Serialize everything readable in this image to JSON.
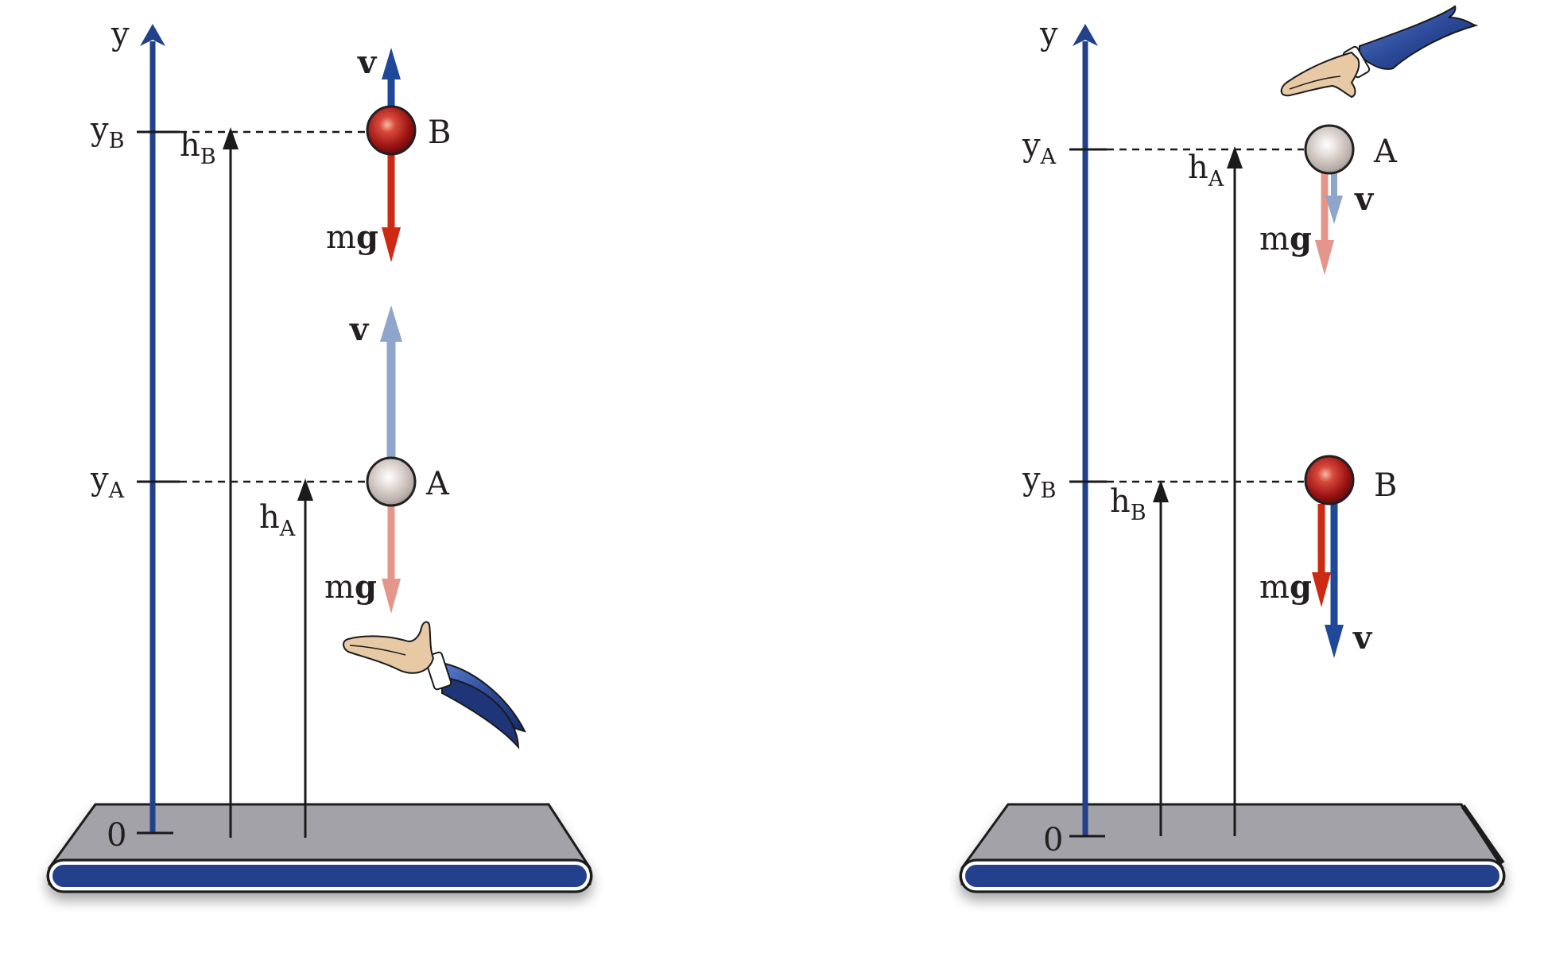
{
  "labels": {
    "y_axis": "y",
    "origin": "0",
    "y_sym": "y",
    "h_sym": "h",
    "sub_A": "A",
    "sub_B": "B",
    "point_A": "A",
    "point_B": "B",
    "velocity": "v",
    "weight_m": "m",
    "weight_g": "g"
  },
  "colors": {
    "axis_blue": "#21418c",
    "velocity_dark": "#1f4899",
    "velocity_light": "#8ea6cc",
    "weight_dark": "#cc2a12",
    "weight_light": "#e5968a",
    "ball_red": "#b21a1a",
    "ball_gray": "#cfc7c4",
    "table_top": "#a3a2a8",
    "table_edge": "#21418c",
    "sleeve": "#2c4a99",
    "skin": "#e8c9a6"
  },
  "icons": [
    "hand-icon",
    "ball-icon",
    "table-icon"
  ]
}
